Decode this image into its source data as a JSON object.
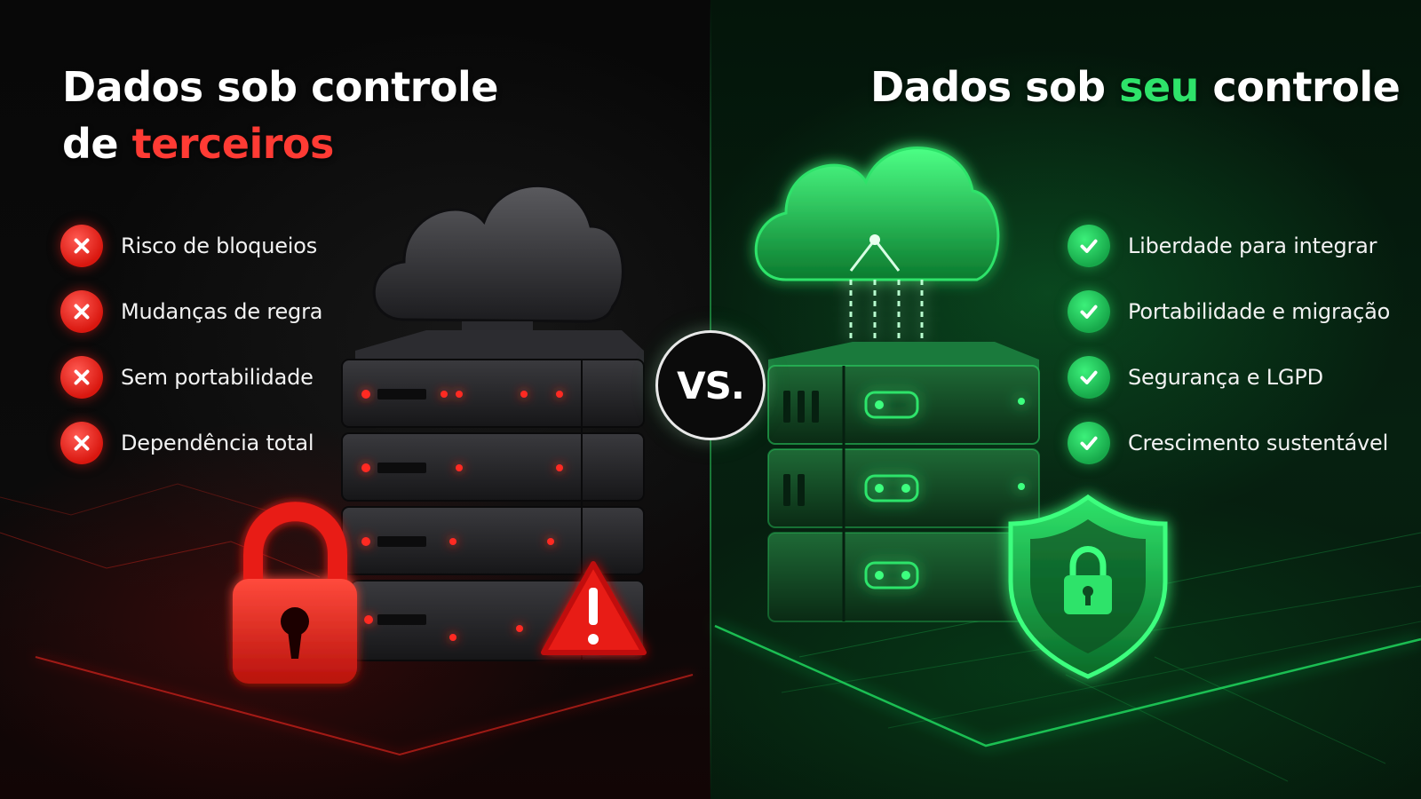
{
  "left_panel": {
    "title_line1": "Dados sob controle",
    "title_line2_prefix": "de ",
    "title_line2_accent": "terceiros",
    "items": [
      {
        "label": "Risco de bloqueios",
        "icon": "x-icon"
      },
      {
        "label": "Mudanças de regra",
        "icon": "x-icon"
      },
      {
        "label": "Sem portabilidade",
        "icon": "x-icon"
      },
      {
        "label": "Dependência total",
        "icon": "x-icon"
      }
    ],
    "accent_color": "#ff3b34",
    "illustration": [
      "cloud-icon",
      "server-stack",
      "padlock-icon",
      "warning-icon"
    ]
  },
  "center": {
    "vs_label": "VS."
  },
  "right_panel": {
    "title_prefix": "Dados sob ",
    "title_accent": "seu",
    "title_suffix": " controle",
    "items": [
      {
        "label": "Liberdade para integrar",
        "icon": "check-icon"
      },
      {
        "label": "Portabilidade e migração",
        "icon": "check-icon"
      },
      {
        "label": "Segurança e LGPD",
        "icon": "check-icon"
      },
      {
        "label": "Crescimento sustentável",
        "icon": "check-icon"
      }
    ],
    "accent_color": "#2ee36a",
    "illustration": [
      "cloud-icon",
      "server-stack",
      "shield-lock-icon"
    ]
  }
}
